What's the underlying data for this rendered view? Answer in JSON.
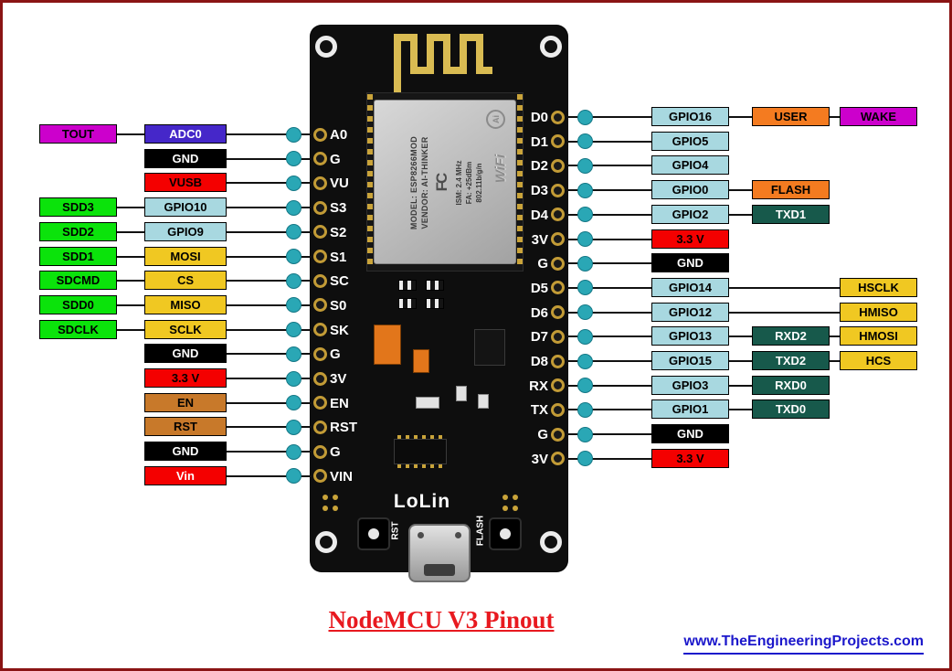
{
  "title": "NodeMCU V3 Pinout",
  "footer": "www.TheEngineeringProjects.com",
  "palette": {
    "magenta": "#cc00cc",
    "indigo": "#4527c9",
    "black": "#000000",
    "red": "#f40000",
    "lightblue": "#a8d8e0",
    "yellow": "#f0c822",
    "green": "#0be30b",
    "brown": "#c8792a",
    "orange": "#f47b20",
    "darkgreen": "#17594b",
    "dot": "#2aa7b5",
    "line": "#111111"
  },
  "board": {
    "brand": "LoLin",
    "rst_label": "RST",
    "flash_label": "FLASH",
    "module": {
      "model": "MODEL: ESP8266MOD",
      "vendor": "VENDOR: AI-THINKER",
      "fcc": "FC",
      "ism": "ISM: 2.4 MHz",
      "pa": "FA: +25dBm",
      "std": "802.11b/g/n",
      "wifi": "WiFi",
      "maker": "Ai"
    }
  },
  "left_rows": [
    {
      "pin": "A0",
      "outer": {
        "text": "TOUT",
        "bg": "magenta",
        "fg": "#000000"
      },
      "inner": {
        "text": "ADC0",
        "bg": "indigo",
        "fg": "#ffffff"
      }
    },
    {
      "pin": "G",
      "outer": null,
      "inner": {
        "text": "GND",
        "bg": "black",
        "fg": "#ffffff"
      }
    },
    {
      "pin": "VU",
      "outer": null,
      "inner": {
        "text": "VUSB",
        "bg": "red",
        "fg": "#000000"
      }
    },
    {
      "pin": "S3",
      "outer": {
        "text": "SDD3",
        "bg": "green",
        "fg": "#000000"
      },
      "inner": {
        "text": "GPIO10",
        "bg": "lightblue",
        "fg": "#000000"
      }
    },
    {
      "pin": "S2",
      "outer": {
        "text": "SDD2",
        "bg": "green",
        "fg": "#000000"
      },
      "inner": {
        "text": "GPIO9",
        "bg": "lightblue",
        "fg": "#000000"
      }
    },
    {
      "pin": "S1",
      "outer": {
        "text": "SDD1",
        "bg": "green",
        "fg": "#000000"
      },
      "inner": {
        "text": "MOSI",
        "bg": "yellow",
        "fg": "#000000"
      }
    },
    {
      "pin": "SC",
      "outer": {
        "text": "SDCMD",
        "bg": "green",
        "fg": "#000000"
      },
      "inner": {
        "text": "CS",
        "bg": "yellow",
        "fg": "#000000"
      }
    },
    {
      "pin": "S0",
      "outer": {
        "text": "SDD0",
        "bg": "green",
        "fg": "#000000"
      },
      "inner": {
        "text": "MISO",
        "bg": "yellow",
        "fg": "#000000"
      }
    },
    {
      "pin": "SK",
      "outer": {
        "text": "SDCLK",
        "bg": "green",
        "fg": "#000000"
      },
      "inner": {
        "text": "SCLK",
        "bg": "yellow",
        "fg": "#000000"
      }
    },
    {
      "pin": "G",
      "outer": null,
      "inner": {
        "text": "GND",
        "bg": "black",
        "fg": "#ffffff"
      }
    },
    {
      "pin": "3V",
      "outer": null,
      "inner": {
        "text": "3.3 V",
        "bg": "red",
        "fg": "#000000"
      }
    },
    {
      "pin": "EN",
      "outer": null,
      "inner": {
        "text": "EN",
        "bg": "brown",
        "fg": "#000000"
      }
    },
    {
      "pin": "RST",
      "outer": null,
      "inner": {
        "text": "RST",
        "bg": "brown",
        "fg": "#000000"
      }
    },
    {
      "pin": "G",
      "outer": null,
      "inner": {
        "text": "GND",
        "bg": "black",
        "fg": "#ffffff"
      }
    },
    {
      "pin": "VIN",
      "outer": null,
      "inner": {
        "text": "Vin",
        "bg": "red",
        "fg": "#ffffff"
      }
    }
  ],
  "right_rows": [
    {
      "pin": "D0",
      "c1": {
        "text": "GPIO16",
        "bg": "lightblue",
        "fg": "#000000"
      },
      "c2": {
        "text": "USER",
        "bg": "orange",
        "fg": "#000000"
      },
      "c3": {
        "text": "WAKE",
        "bg": "magenta",
        "fg": "#000000"
      }
    },
    {
      "pin": "D1",
      "c1": {
        "text": "GPIO5",
        "bg": "lightblue",
        "fg": "#000000"
      },
      "c2": null,
      "c3": null
    },
    {
      "pin": "D2",
      "c1": {
        "text": "GPIO4",
        "bg": "lightblue",
        "fg": "#000000"
      },
      "c2": null,
      "c3": null
    },
    {
      "pin": "D3",
      "c1": {
        "text": "GPIO0",
        "bg": "lightblue",
        "fg": "#000000"
      },
      "c2": {
        "text": "FLASH",
        "bg": "orange",
        "fg": "#000000"
      },
      "c3": null
    },
    {
      "pin": "D4",
      "c1": {
        "text": "GPIO2",
        "bg": "lightblue",
        "fg": "#000000"
      },
      "c2": {
        "text": "TXD1",
        "bg": "darkgreen",
        "fg": "#ffffff"
      },
      "c3": null
    },
    {
      "pin": "3V",
      "c1": {
        "text": "3.3 V",
        "bg": "red",
        "fg": "#000000"
      },
      "c2": null,
      "c3": null
    },
    {
      "pin": "G",
      "c1": {
        "text": "GND",
        "bg": "black",
        "fg": "#ffffff"
      },
      "c2": null,
      "c3": null
    },
    {
      "pin": "D5",
      "c1": {
        "text": "GPIO14",
        "bg": "lightblue",
        "fg": "#000000"
      },
      "c2": null,
      "c3": {
        "text": "HSCLK",
        "bg": "yellow",
        "fg": "#000000"
      }
    },
    {
      "pin": "D6",
      "c1": {
        "text": "GPIO12",
        "bg": "lightblue",
        "fg": "#000000"
      },
      "c2": null,
      "c3": {
        "text": "HMISO",
        "bg": "yellow",
        "fg": "#000000"
      }
    },
    {
      "pin": "D7",
      "c1": {
        "text": "GPIO13",
        "bg": "lightblue",
        "fg": "#000000"
      },
      "c2": {
        "text": "RXD2",
        "bg": "darkgreen",
        "fg": "#ffffff"
      },
      "c3": {
        "text": "HMOSI",
        "bg": "yellow",
        "fg": "#000000"
      }
    },
    {
      "pin": "D8",
      "c1": {
        "text": "GPIO15",
        "bg": "lightblue",
        "fg": "#000000"
      },
      "c2": {
        "text": "TXD2",
        "bg": "darkgreen",
        "fg": "#ffffff"
      },
      "c3": {
        "text": "HCS",
        "bg": "yellow",
        "fg": "#000000"
      }
    },
    {
      "pin": "RX",
      "c1": {
        "text": "GPIO3",
        "bg": "lightblue",
        "fg": "#000000"
      },
      "c2": {
        "text": "RXD0",
        "bg": "darkgreen",
        "fg": "#ffffff"
      },
      "c3": null
    },
    {
      "pin": "TX",
      "c1": {
        "text": "GPIO1",
        "bg": "lightblue",
        "fg": "#000000"
      },
      "c2": {
        "text": "TXD0",
        "bg": "darkgreen",
        "fg": "#ffffff"
      },
      "c3": null
    },
    {
      "pin": "G",
      "c1": {
        "text": "GND",
        "bg": "black",
        "fg": "#ffffff"
      },
      "c2": null,
      "c3": null
    },
    {
      "pin": "3V",
      "c1": {
        "text": "3.3 V",
        "bg": "red",
        "fg": "#000000"
      },
      "c2": null,
      "c3": null
    }
  ]
}
